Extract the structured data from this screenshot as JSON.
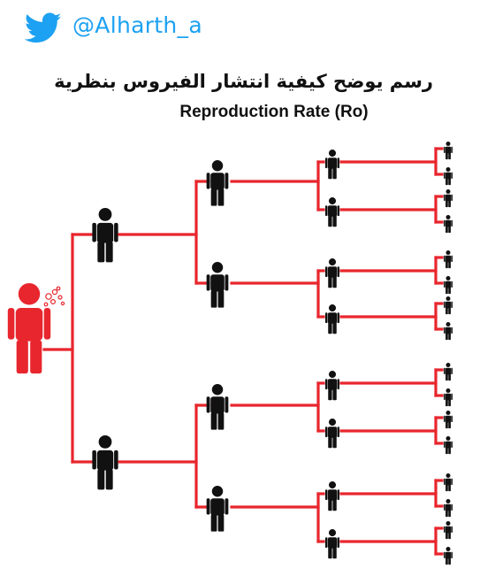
{
  "header": {
    "handle": "@Alharth_a",
    "bird_icon": "twitter-bird-icon"
  },
  "diagram": {
    "title_arabic": "رسم يوضح كيفية انتشار الفيروس بنظرية",
    "title_english": "Reproduction Rate (Ro)",
    "colors": {
      "line": "#e8262d",
      "infected": "#e8262d",
      "person": "#111111"
    },
    "levels": [
      1,
      2,
      4,
      8,
      16
    ],
    "branching_factor": 2
  }
}
